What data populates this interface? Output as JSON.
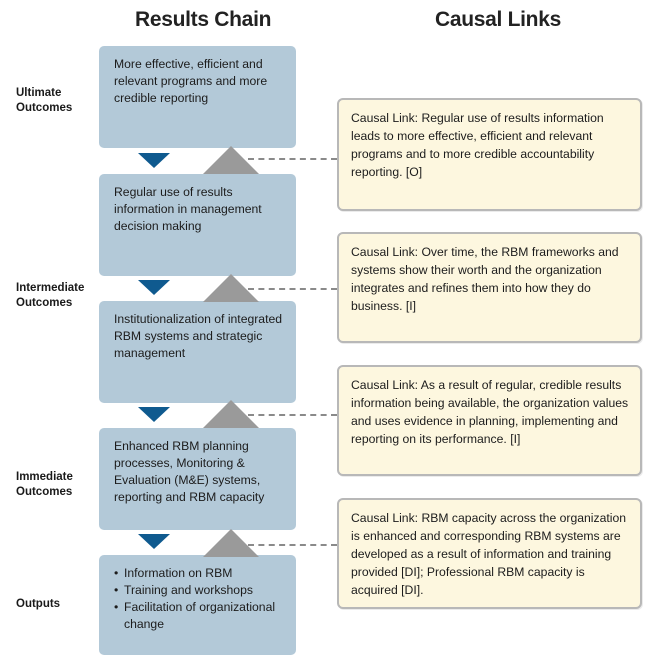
{
  "headers": {
    "results_chain": "Results Chain",
    "causal_links": "Causal Links"
  },
  "levels": {
    "ultimate": "Ultimate\nOutcomes",
    "intermediate": "Intermediate\nOutcomes",
    "immediate": "Immediate\nOutcomes",
    "outputs": "Outputs"
  },
  "results_chain": {
    "box1": "More effective, efficient and relevant programs and more credible reporting",
    "box2": "Regular use of results information in management decision making",
    "box3": "Institutionalization of integrated RBM systems and strategic management",
    "box4": "Enhanced RBM planning processes, Monitoring & Evaluation (M&E) systems, reporting and RBM capacity",
    "outputs": [
      "Information on RBM",
      "Training and workshops",
      "Facilitation of organizational change"
    ]
  },
  "causal_links": [
    "Causal Link: Regular use of results information leads to more effective, efficient and relevant programs and to more credible accountability reporting. [O]",
    "Causal Link: Over time, the RBM frameworks and systems show their worth and the organization integrates and refines them into how they do business. [I]",
    "Causal Link: As a result of regular, credible results information being available, the organization values and uses evidence in planning, implementing and reporting on its performance. [I]",
    "Causal Link: RBM capacity across the organization is enhanced and corresponding RBM systems are developed as a result of information and training provided [DI]; Professional RBM capacity is acquired [DI]."
  ],
  "colors": {
    "chain_box": "#b3c9d8",
    "down_arrow": "#0f5a8f",
    "up_arrow": "#9a9a9a",
    "causal_box": "#fdf7df",
    "causal_border": "#b8b8b8"
  }
}
